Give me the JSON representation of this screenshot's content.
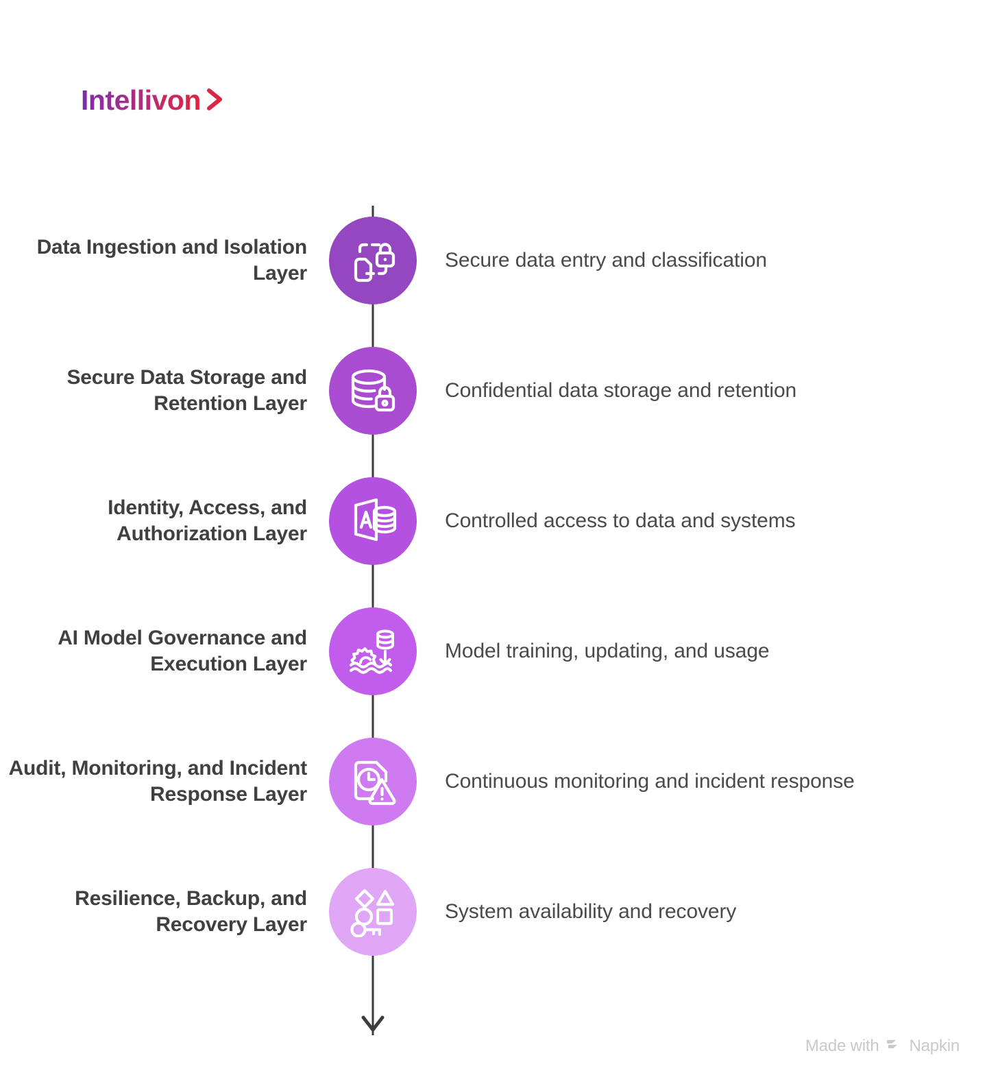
{
  "brand": {
    "name": "Intellivon",
    "chevron_icon": "chevron-right-icon",
    "gradient_from": "#7B2FA8",
    "gradient_to": "#E0243C"
  },
  "diagram": {
    "type": "vertical-flow",
    "connector_color": "#3c3c3c",
    "steps": [
      {
        "label": "Data Ingestion and Isolation Layer",
        "description": "Secure data entry and classification",
        "icon": "data-isolation-lock-icon",
        "circle_color": "#9447C0"
      },
      {
        "label": "Secure Data Storage and Retention Layer",
        "description": "Confidential data storage and retention",
        "icon": "database-lock-icon",
        "circle_color": "#A94CD2"
      },
      {
        "label": "Identity, Access, and Authorization Layer",
        "description": "Controlled access to data and systems",
        "icon": "access-card-database-icon",
        "circle_color": "#B551E0"
      },
      {
        "label": "AI Model Governance and Execution Layer",
        "description": "Model training, updating, and usage",
        "icon": "gear-data-lake-icon",
        "circle_color": "#C25CEC"
      },
      {
        "label": "Audit, Monitoring, and Incident Response Layer",
        "description": "Continuous monitoring and incident response",
        "icon": "document-clock-warning-icon",
        "circle_color": "#CE7BF2"
      },
      {
        "label": "Resilience, Backup, and Recovery Layer",
        "description": "System availability and recovery",
        "icon": "shapes-key-icon",
        "circle_color": "#DFA6F5"
      }
    ]
  },
  "watermark": {
    "prefix": "Made with",
    "logo_icon": "napkin-chevrons-icon",
    "name": "Napkin"
  }
}
